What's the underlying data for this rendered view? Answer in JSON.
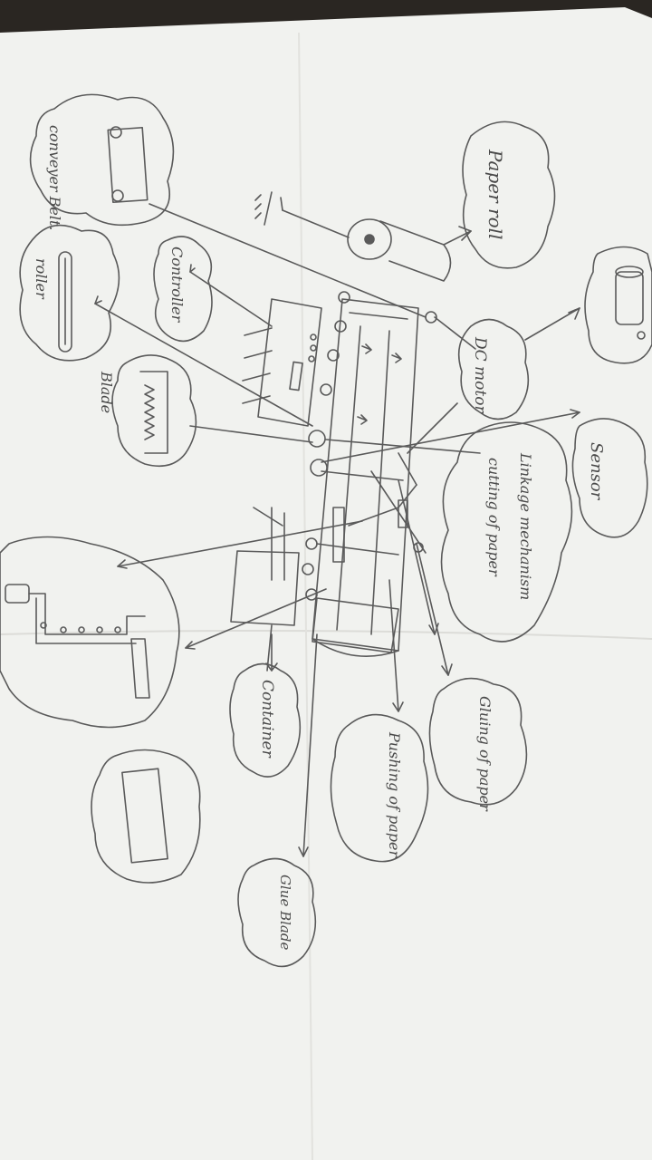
{
  "colors": {
    "paper": "#f1f2ef",
    "pencil": "#5a5a5a",
    "background": "#2a2622"
  },
  "labels": {
    "paper_roll": "Paper roll",
    "conveyor_belt": "conveyer Belt.",
    "roller": "roller",
    "controller": "Controller",
    "blade": "Blade",
    "dc_motor": "DC motor",
    "sensor": "Sensor",
    "linkage_mechanism": "Linkage mechanism",
    "cutting_of_paper": "cutting of paper",
    "gluing_of_paper": "Gluing of paper",
    "pushing_of_paper": "Pushing of paper",
    "container": "Container",
    "glue_blade": "Glue Blade"
  }
}
